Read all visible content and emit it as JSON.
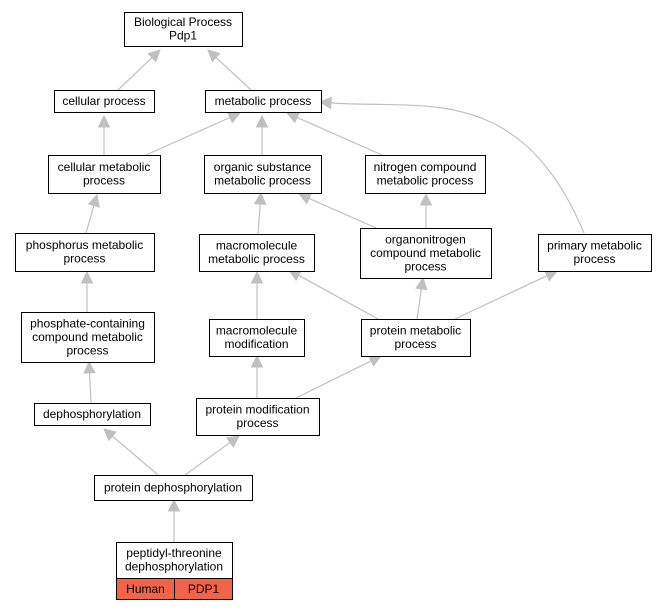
{
  "graph": {
    "nodes": [
      {
        "id": "bp",
        "lines": [
          "Biological Process",
          "Pdp1"
        ]
      },
      {
        "id": "cellular_process",
        "lines": [
          "cellular process"
        ]
      },
      {
        "id": "metabolic_process",
        "lines": [
          "metabolic process"
        ]
      },
      {
        "id": "cellular_metabolic_process",
        "lines": [
          "cellular metabolic",
          "process"
        ]
      },
      {
        "id": "organic_substance_metabolic_process",
        "lines": [
          "organic substance",
          "metabolic process"
        ]
      },
      {
        "id": "nitrogen_compound_metabolic_process",
        "lines": [
          "nitrogen compound",
          "metabolic process"
        ]
      },
      {
        "id": "phosphorus_metabolic_process",
        "lines": [
          "phosphorus metabolic",
          "process"
        ]
      },
      {
        "id": "macromolecule_metabolic_process",
        "lines": [
          "macromolecule",
          "metabolic process"
        ]
      },
      {
        "id": "organonitrogen_compound_metabolic_process",
        "lines": [
          "organonitrogen",
          "compound metabolic",
          "process"
        ]
      },
      {
        "id": "primary_metabolic_process",
        "lines": [
          "primary metabolic",
          "process"
        ]
      },
      {
        "id": "phosphate_containing_compound_metabolic_process",
        "lines": [
          "phosphate-containing",
          "compound metabolic",
          "process"
        ]
      },
      {
        "id": "macromolecule_modification",
        "lines": [
          "macromolecule",
          "modification"
        ]
      },
      {
        "id": "protein_metabolic_process",
        "lines": [
          "protein metabolic",
          "process"
        ]
      },
      {
        "id": "dephosphorylation",
        "lines": [
          "dephosphorylation"
        ]
      },
      {
        "id": "protein_modification_process",
        "lines": [
          "protein modification",
          "process"
        ]
      },
      {
        "id": "protein_dephosphorylation",
        "lines": [
          "protein dephosphorylation"
        ]
      },
      {
        "id": "peptidyl_threonine_dephosphorylation",
        "lines": [
          "peptidyl-threonine",
          "dephosphorylation"
        ]
      }
    ],
    "edges": [
      {
        "from": "cellular_process",
        "to": "bp"
      },
      {
        "from": "metabolic_process",
        "to": "bp"
      },
      {
        "from": "cellular_metabolic_process",
        "to": "cellular_process"
      },
      {
        "from": "cellular_metabolic_process",
        "to": "metabolic_process"
      },
      {
        "from": "organic_substance_metabolic_process",
        "to": "metabolic_process"
      },
      {
        "from": "nitrogen_compound_metabolic_process",
        "to": "metabolic_process"
      },
      {
        "from": "primary_metabolic_process",
        "to": "metabolic_process"
      },
      {
        "from": "phosphorus_metabolic_process",
        "to": "cellular_metabolic_process"
      },
      {
        "from": "macromolecule_metabolic_process",
        "to": "organic_substance_metabolic_process"
      },
      {
        "from": "organonitrogen_compound_metabolic_process",
        "to": "organic_substance_metabolic_process"
      },
      {
        "from": "organonitrogen_compound_metabolic_process",
        "to": "nitrogen_compound_metabolic_process"
      },
      {
        "from": "phosphate_containing_compound_metabolic_process",
        "to": "phosphorus_metabolic_process"
      },
      {
        "from": "macromolecule_modification",
        "to": "macromolecule_metabolic_process"
      },
      {
        "from": "protein_metabolic_process",
        "to": "macromolecule_metabolic_process"
      },
      {
        "from": "protein_metabolic_process",
        "to": "organonitrogen_compound_metabolic_process"
      },
      {
        "from": "protein_metabolic_process",
        "to": "primary_metabolic_process"
      },
      {
        "from": "dephosphorylation",
        "to": "phosphate_containing_compound_metabolic_process"
      },
      {
        "from": "protein_modification_process",
        "to": "macromolecule_modification"
      },
      {
        "from": "protein_modification_process",
        "to": "protein_metabolic_process"
      },
      {
        "from": "protein_dephosphorylation",
        "to": "dephosphorylation"
      },
      {
        "from": "protein_dephosphorylation",
        "to": "protein_modification_process"
      },
      {
        "from": "peptidyl_threonine_dephosphorylation",
        "to": "protein_dephosphorylation"
      }
    ],
    "annotation": {
      "node": "peptidyl_threonine_dephosphorylation",
      "cells": [
        "Human",
        "PDP1"
      ],
      "color": "#f26449"
    },
    "colors": {
      "edge": "#c0c0c0",
      "node_border": "#000000",
      "node_fill": "#ffffff"
    }
  }
}
